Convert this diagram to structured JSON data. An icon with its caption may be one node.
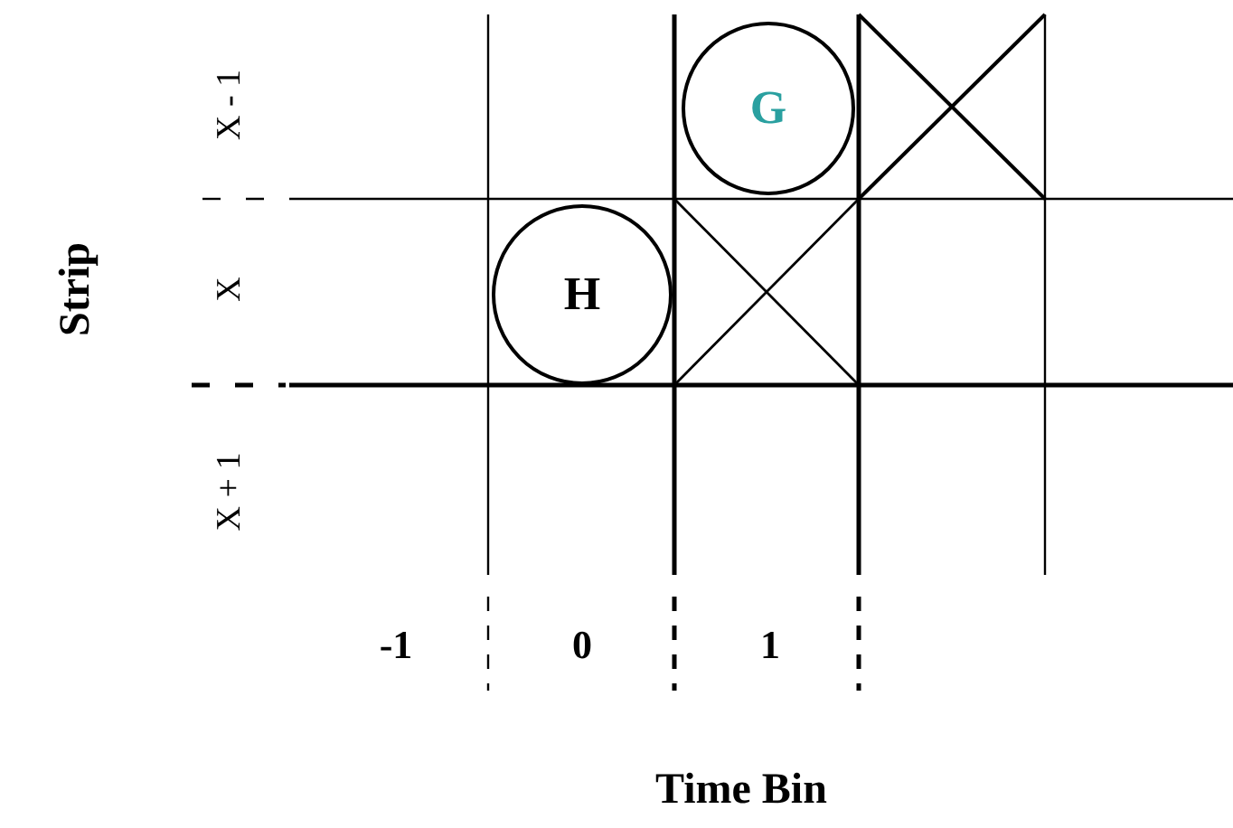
{
  "diagram": {
    "nodes": [
      {
        "text": [
          "G"
        ]
      },
      {
        "text": [
          "H"
        ]
      }
    ],
    "edges": [],
    "labels": [
      "X - 1",
      "Strip",
      "X",
      "X + 1",
      "-1",
      "0",
      "1",
      "Time Bin"
    ]
  }
}
